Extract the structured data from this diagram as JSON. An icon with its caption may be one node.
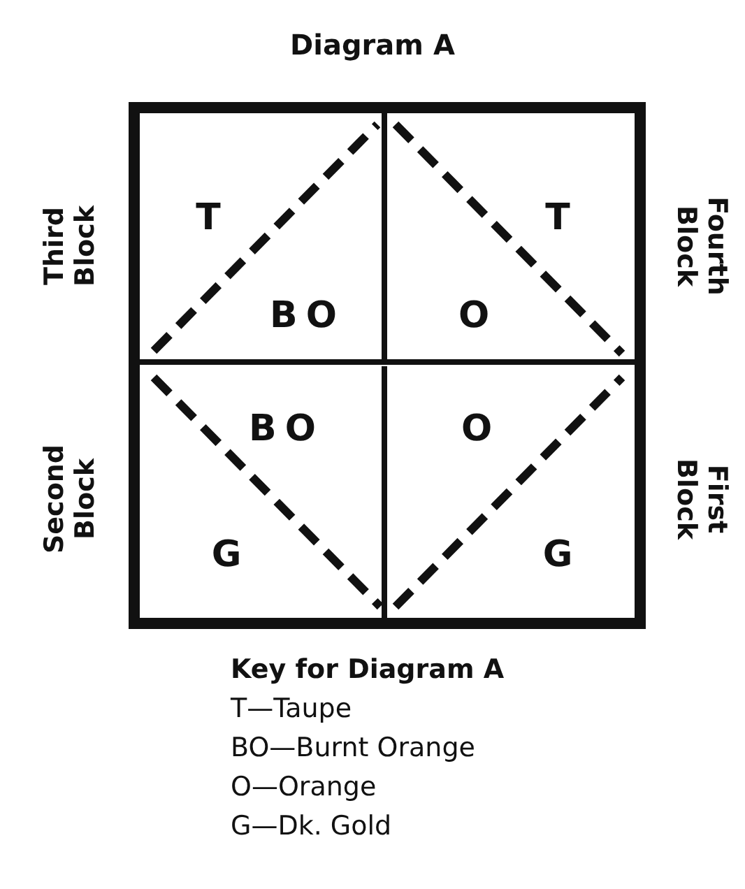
{
  "diagram": {
    "title": "Diagram A",
    "nodes": [
      {
        "text": [],
        "shape": "box"
      },
      {
        "text": [
          "T",
          "BO"
        ],
        "in": 0,
        "beside": [
          "Third Block"
        ]
      },
      {
        "text": [
          "T",
          "O"
        ],
        "in": 0,
        "beside": [
          "Fourth Block"
        ]
      },
      {
        "text": [
          "BO",
          "G"
        ],
        "in": 0,
        "beside": [
          "Second Block"
        ]
      },
      {
        "text": [
          "O",
          "G"
        ],
        "in": 0,
        "beside": [
          "First Block"
        ]
      }
    ],
    "edges": [],
    "labels": [
      "Key for Diagram A",
      "T—Taupe",
      "BO—Burnt Orange",
      "O—Orange",
      "G—Dk. Gold"
    ]
  }
}
